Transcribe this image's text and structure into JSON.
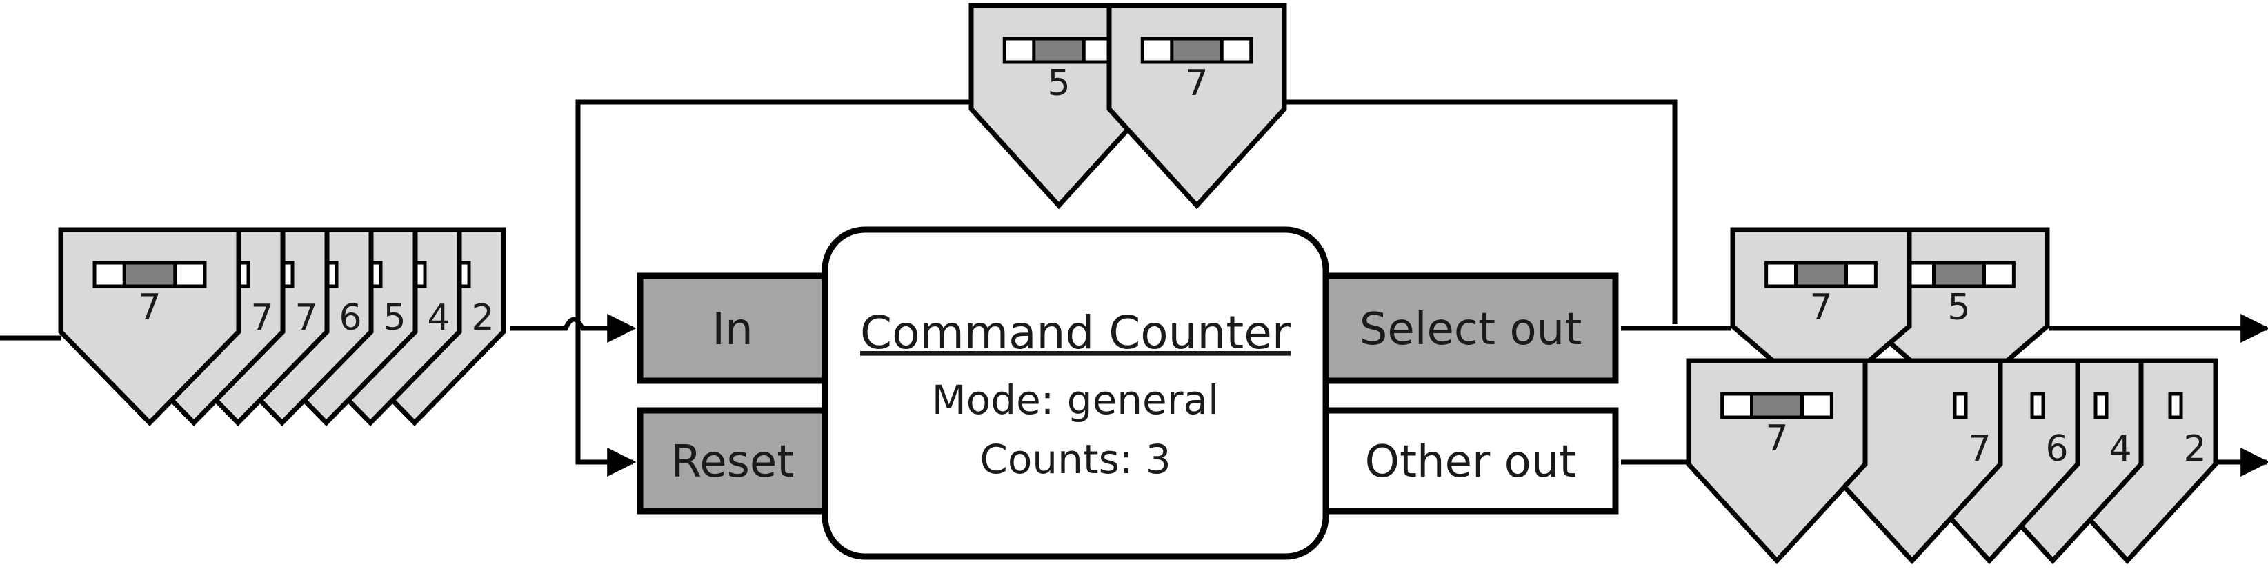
{
  "colors": {
    "token_fill": "#d9d9d9",
    "token_bar": "#808080",
    "port_fill": "#a6a6a6",
    "stroke": "#000000"
  },
  "counter": {
    "title": "Command Counter",
    "mode_line": "Mode: general",
    "counts_line": "Counts: 3"
  },
  "ports": {
    "in": "In",
    "reset": "Reset",
    "select_out": "Select out",
    "other_out": "Other out"
  },
  "input_queue": [
    "7",
    "7",
    "7",
    "6",
    "5",
    "4",
    "2"
  ],
  "feedback_queue": [
    "5",
    "7"
  ],
  "select_out_queue": [
    "7",
    "5"
  ],
  "other_out_queue": [
    "7",
    "7",
    "6",
    "4",
    "2"
  ]
}
